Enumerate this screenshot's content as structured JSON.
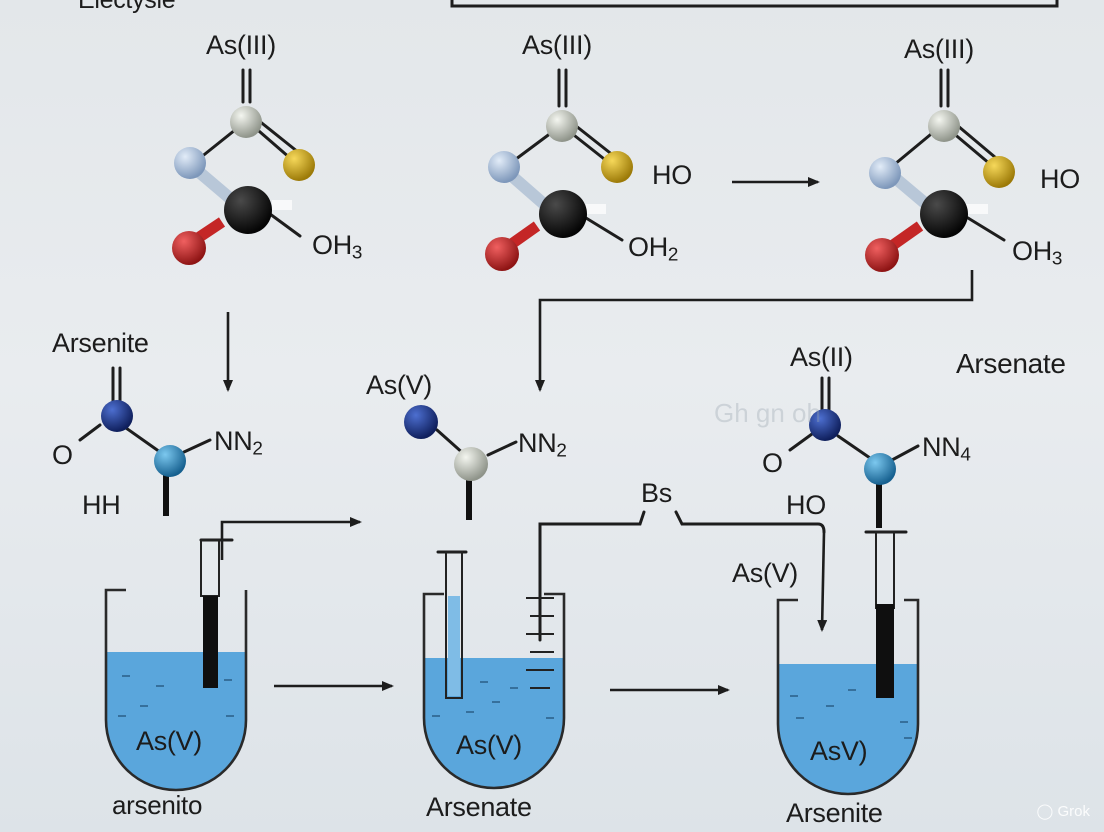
{
  "header": {
    "title": "Electysie"
  },
  "top_molecules": [
    {
      "label": "As(III)",
      "group": "OH",
      "subscript": "3"
    },
    {
      "label": "As(III)",
      "group": "OH",
      "subscript": "2",
      "side_label": "HO"
    },
    {
      "label": "As(III)",
      "group": "OH",
      "subscript": "3",
      "side_label": "HO"
    }
  ],
  "middle_molecules": [
    {
      "title": "Arsenite",
      "group": "NN",
      "subscript": "2",
      "o_label": "O",
      "h_label": "HH"
    },
    {
      "label": "As(V)",
      "group": "NN",
      "subscript": "2"
    },
    {
      "label": "As(II)",
      "title": "Arsenate",
      "group": "NN",
      "subscript": "4",
      "o_label": "O",
      "h_label": "HO"
    }
  ],
  "branch_label": "Bs",
  "beakers": [
    {
      "content": "As(V)",
      "caption": "arsenito"
    },
    {
      "content": "As(V)",
      "caption": "Arsenate"
    },
    {
      "content": "AsV)",
      "caption": "Arsenite",
      "side_label": "As(V)"
    }
  ],
  "background_text": "Gh gn oh",
  "watermark": "Grok",
  "colors": {
    "background": "#e6eaed",
    "liquid": "#5aa6dc",
    "atom_grey": "#c8ccc3",
    "atom_yellow": "#d4ad1c",
    "atom_light_blue": "#a9c1de",
    "atom_black": "#111111",
    "atom_red": "#c42626",
    "atom_navy": "#1f3a8a",
    "atom_teal": "#2f8cc0"
  }
}
